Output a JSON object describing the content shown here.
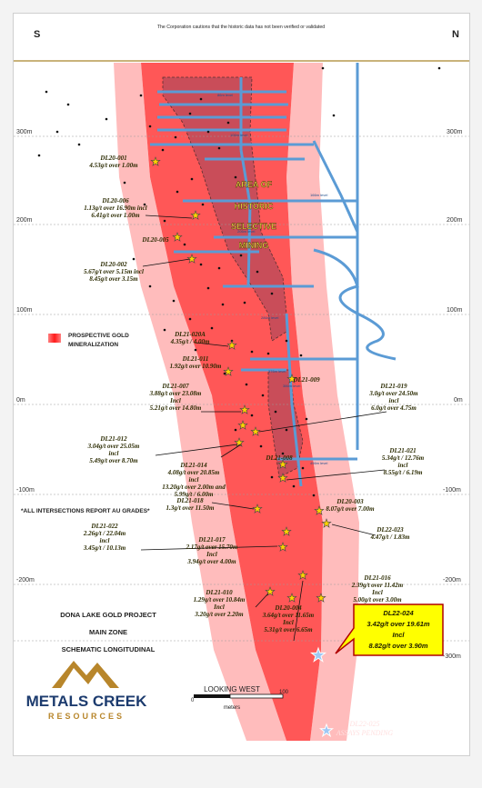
{
  "header": {
    "left": "S",
    "right": "N",
    "caution": "The Corporation cautions that the historic data has not been verified or validated"
  },
  "elevations": [
    "300m",
    "200m",
    "100m",
    "0m",
    "-100m",
    "-200m",
    "-300m"
  ],
  "historic_area": [
    "AREA OF",
    "HISTORIC",
    "SELECTIVE",
    "MINING"
  ],
  "legend": {
    "line1": "PROSPECTIVE GOLD",
    "line2": "MINERALIZATION"
  },
  "note": "*ALL INTERSECTIONS REPORT AU GRADES*",
  "project": {
    "line1": "DONA LAKE GOLD PROJECT",
    "line2": "MAIN ZONE",
    "line3": "SCHEMATIC LONGITUDINAL"
  },
  "levels": [
    "86m level",
    "106m level",
    "166m level",
    "206m level",
    "286m level",
    "376m level",
    "386m level",
    "456m level"
  ],
  "holes": {
    "dl20_001": [
      "DL20-001",
      "4.53g/t over 1.00m"
    ],
    "dl20_006": [
      "DL20-006",
      "1.13g/t over 16.90m incl",
      "6.41g/t over 1.00m"
    ],
    "dl20_005": [
      "DL20-005"
    ],
    "dl20_002": [
      "DL20-002",
      "5.67g/t over 5.15m incl",
      "8.45g/t over 3.15m"
    ],
    "dl21_020a": [
      "DL21-020A",
      "4.35g/t / 4.00m"
    ],
    "dl21_011": [
      "DL21-011",
      "1.92g/t over 10.90m"
    ],
    "dl21_009": [
      "DL21-009"
    ],
    "dl21_007": [
      "DL21-007",
      "3.88g/t over 23.08m",
      "Incl",
      "5.21g/t over 14.80m"
    ],
    "dl21_019": [
      "DL21-019",
      "3.0g/t over 24.50m",
      "incl",
      "6.0g/t over 4.75m"
    ],
    "dl21_012": [
      "DL21-012",
      "3.04g/t over 25.05m",
      "incl",
      "5.49g/t over 8.70m"
    ],
    "dl21_014": [
      "DL21-014",
      "4.08g/t over 20.85m",
      "incl",
      "13.20g/t over 2.00m and",
      "5.99g/t / 6.00m"
    ],
    "dl21_008": [
      "DL21-008"
    ],
    "dl21_021": [
      "DL21-021",
      "5.34g/t / 12.76m",
      "incl",
      "8.55g/t / 6.19m"
    ],
    "dl21_018": [
      "DL21-018",
      "1.3g/t over 11.50m"
    ],
    "dl20_003": [
      "DL20-003",
      "8.07g/t over 7.00m"
    ],
    "dl21_022": [
      "DL21-022",
      "2.26g/t / 22.04m",
      "incl",
      "3.45g/t / 10.13m"
    ],
    "dl21_017": [
      "DL21-017",
      "2.17g/t over 15.70m",
      "Incl",
      "3.94g/t over 4.00m"
    ],
    "dl22_023": [
      "DL22-023",
      "4.47g/t / 1.83m"
    ],
    "dl21_016": [
      "DL21-016",
      "2.39g/t over 11.42m",
      "Incl",
      "5.00g/t over 3.00m"
    ],
    "dl21_010": [
      "DL21-010",
      "1.29g/t over 10.84m",
      "Incl",
      "3.20g/t over 2.20m"
    ],
    "dl20_004": [
      "DL20-004",
      "3.64g/t over 11.65m",
      "Incl",
      "5.31g/t over 6.65m"
    ]
  },
  "callout": {
    "hole": "DL22-024",
    "line1": "3.42g/t over 19.61m",
    "line2": "Incl",
    "line3": "8.82g/t over 3.90m"
  },
  "pending": {
    "hole": "DL22-025",
    "text": "ASSAYS PENDING"
  },
  "logo": {
    "name": "METALS CREEK",
    "sub": "RESOURCES"
  },
  "scale": {
    "label": "LOOKING WEST",
    "zero": "0",
    "max": "100",
    "unit": "meters"
  },
  "colors": {
    "mineralization": "#ff3030",
    "workings": "#5b9bd5",
    "historic_fill": "#b84a5a",
    "callout_fill": "#ffff00",
    "logo_gold": "#b8862b",
    "logo_navy": "#1c3b6e"
  }
}
